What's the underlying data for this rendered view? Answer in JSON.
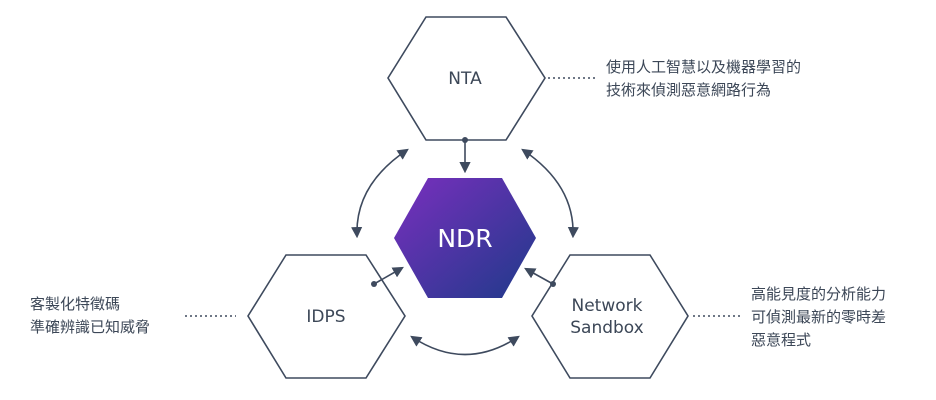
{
  "colors": {
    "hex_stroke": "#3e4a5e",
    "arrow": "#3e4a5e",
    "center_gradient_start": "#7a2fbe",
    "center_gradient_end": "#1f3a8a",
    "text": "#3c4757"
  },
  "center": {
    "label": "NDR"
  },
  "nodes": {
    "nta": {
      "label": "NTA"
    },
    "idps": {
      "label": "IDPS"
    },
    "sandbox": {
      "label_line1": "Network",
      "label_line2": "Sandbox"
    }
  },
  "notes": {
    "nta": [
      "使用人工智慧以及機器學習的",
      "技術來偵測惡意網路行為"
    ],
    "idps": [
      "客製化特徵碼",
      "準確辨識已知威脅"
    ],
    "sandbox": [
      "高能見度的分析能力",
      "可偵測最新的零時差",
      "惡意程式"
    ]
  }
}
